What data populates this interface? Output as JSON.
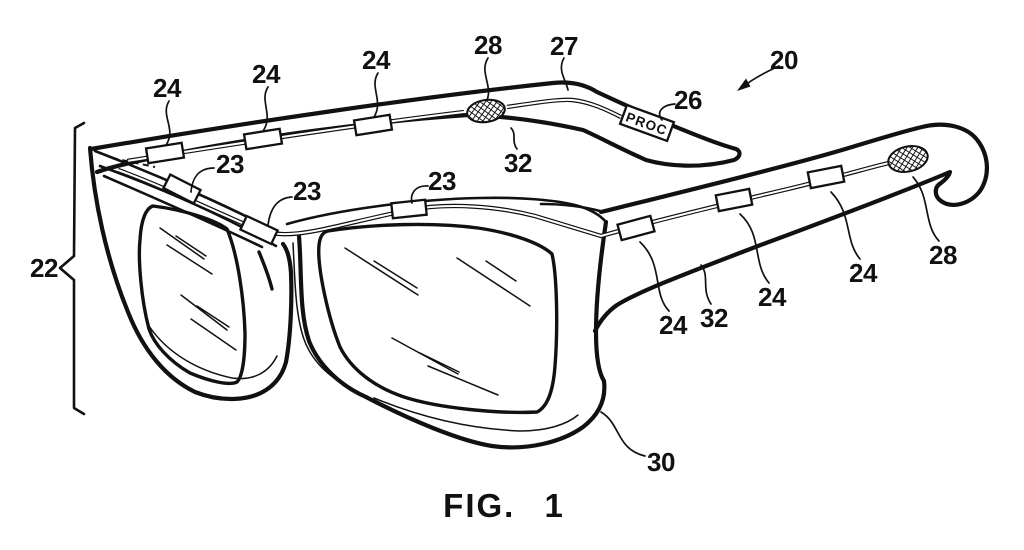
{
  "figure": {
    "caption": "FIG. 1",
    "labels": {
      "n20": "20",
      "n22": "22",
      "n23": "23",
      "n24": "24",
      "n26": "26",
      "n27": "27",
      "n28": "28",
      "n30": "30",
      "n32": "32",
      "proc": "PROC"
    }
  },
  "colors": {
    "ink": "#111111",
    "paper": "#ffffff"
  }
}
